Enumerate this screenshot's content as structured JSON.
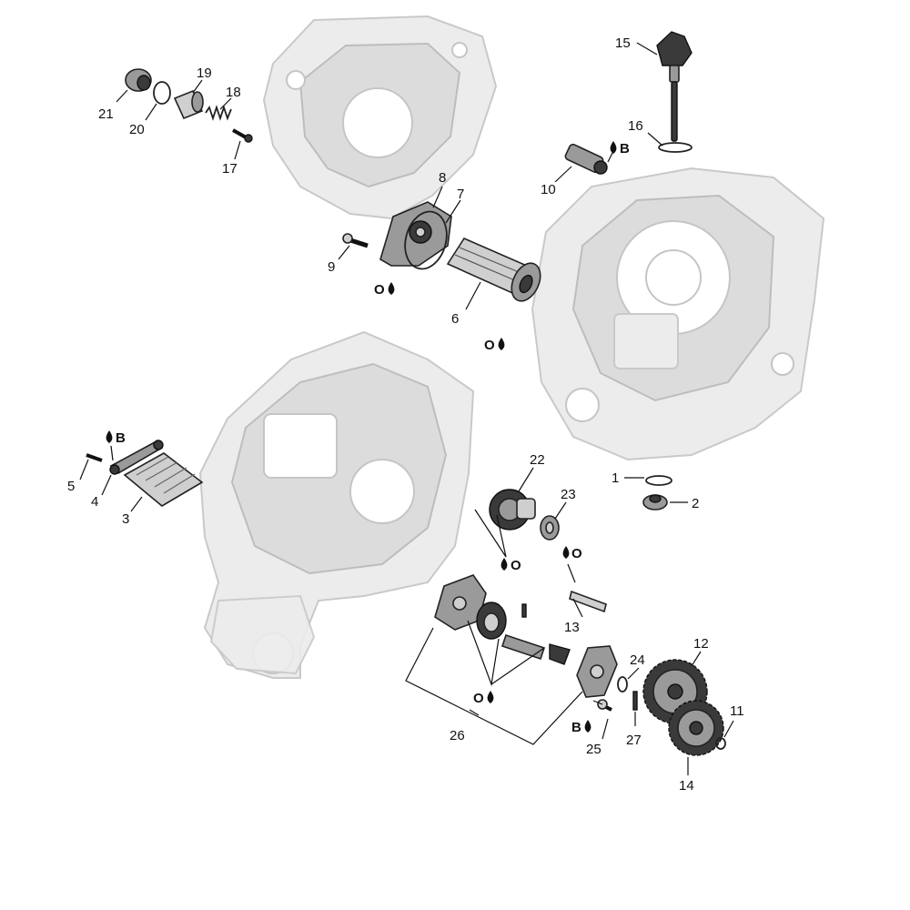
{
  "callouts": {
    "c1": "1",
    "c2": "2",
    "c3": "3",
    "c4": "4",
    "c5": "5",
    "c6": "6",
    "c7": "7",
    "c8": "8",
    "c9": "9",
    "c10": "10",
    "c11": "11",
    "c12": "12",
    "c13": "13",
    "c14": "14",
    "c15": "15",
    "c16": "16",
    "c17": "17",
    "c18": "18",
    "c19": "19",
    "c20": "20",
    "c21": "21",
    "c22": "22",
    "c23": "23",
    "c24": "24",
    "c25": "25",
    "c26": "26",
    "c27": "27"
  },
  "lubricant_marks": {
    "oil": "O",
    "grease": "B"
  },
  "colors": {
    "background": "#ffffff",
    "ghost_case": "#ececec",
    "part": "#9a9a9a",
    "ink": "#111111"
  }
}
